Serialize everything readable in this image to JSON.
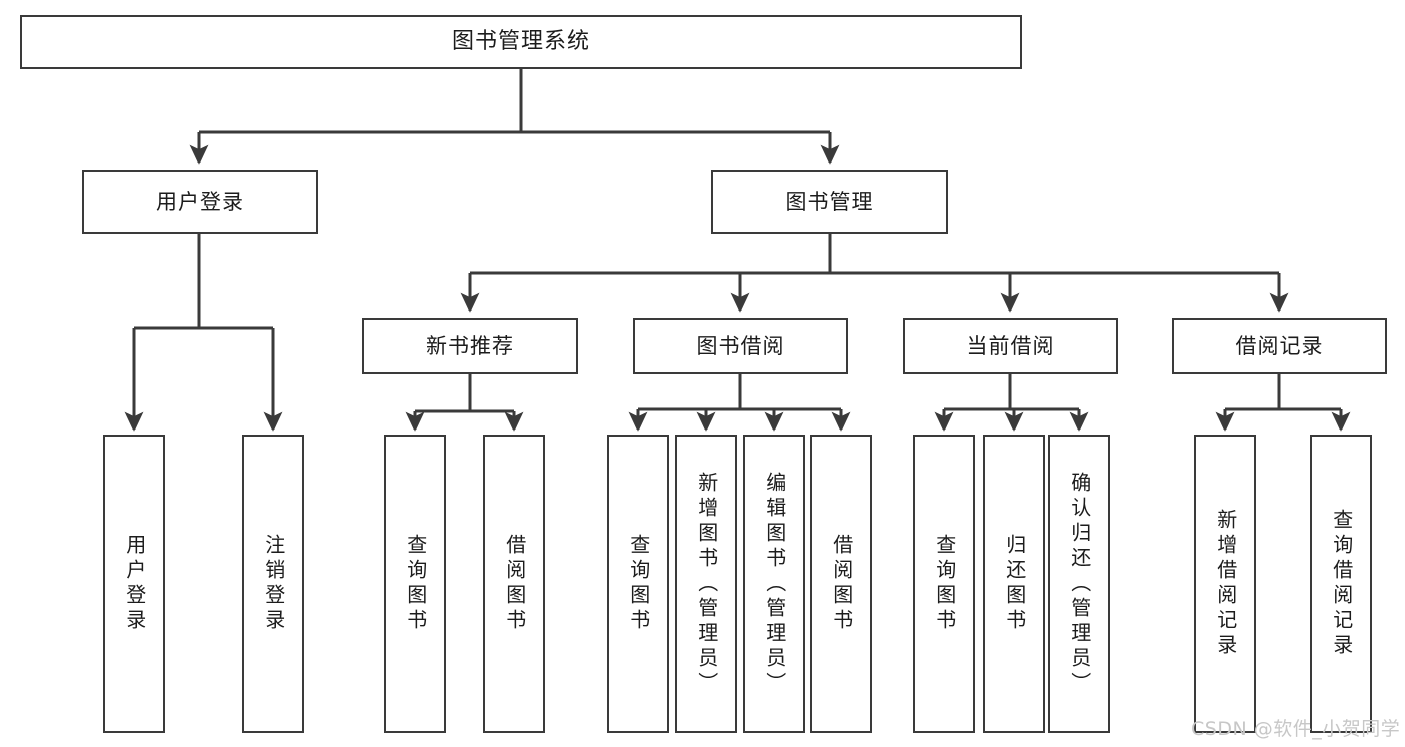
{
  "diagram": {
    "title": "图书管理系统",
    "type": "tree-hierarchy",
    "watermark": "CSDN @软件_小贺同学",
    "colors": {
      "stroke": "#3a3a3a",
      "text": "#1c1c1c",
      "background": "#ffffff",
      "watermark": "#c7c7c7"
    },
    "root": {
      "label": "图书管理系统"
    },
    "level1": [
      {
        "label": "用户登录"
      },
      {
        "label": "图书管理"
      }
    ],
    "level2": [
      {
        "label": "新书推荐"
      },
      {
        "label": "图书借阅"
      },
      {
        "label": "当前借阅"
      },
      {
        "label": "借阅记录"
      }
    ],
    "leaves": {
      "user_login": [
        {
          "label": "用户登录"
        },
        {
          "label": "注销登录"
        }
      ],
      "new_book_recommend": [
        {
          "label": "查询图书"
        },
        {
          "label": "借阅图书"
        }
      ],
      "book_borrow": [
        {
          "label": "查询图书"
        },
        {
          "label": "新增图书（管理员）"
        },
        {
          "label": "编辑图书（管理员）"
        },
        {
          "label": "借阅图书"
        }
      ],
      "current_borrow": [
        {
          "label": "查询图书"
        },
        {
          "label": "归还图书"
        },
        {
          "label": "确认归还（管理员）"
        }
      ],
      "borrow_record": [
        {
          "label": "新增借阅记录"
        },
        {
          "label": "查询借阅记录"
        }
      ]
    }
  }
}
